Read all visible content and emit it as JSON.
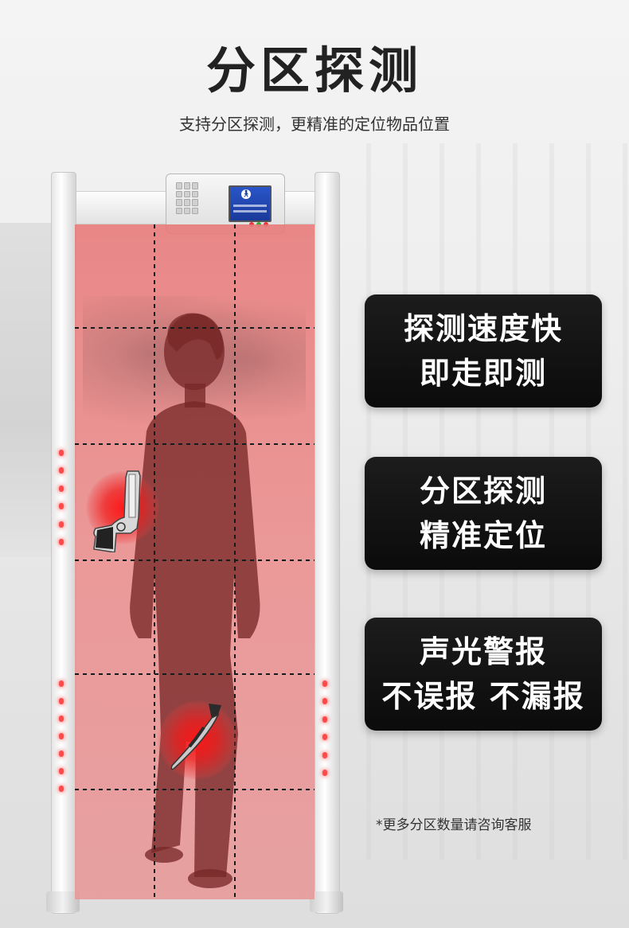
{
  "header": {
    "title": "分区探测",
    "subtitle": "支持分区探测，更精准的定位物品位置"
  },
  "features": [
    {
      "line1": "探测速度快",
      "line2": "即走即测"
    },
    {
      "line1": "分区探测",
      "line2": "精准定位"
    },
    {
      "line1": "声光警报",
      "line2": "不误报 不漏报"
    }
  ],
  "footnote": "*更多分区数量请咨询客服",
  "colors": {
    "zone_tint": "#e87878",
    "alarm_red": "#ff2020",
    "card_bg": "#111111",
    "card_text": "#ffffff",
    "led": "#ff4a4a",
    "screen": "#2a55c8"
  },
  "icons": {
    "gun": "gun-icon",
    "knife": "knife-icon",
    "walker": "pedestrian-icon"
  }
}
